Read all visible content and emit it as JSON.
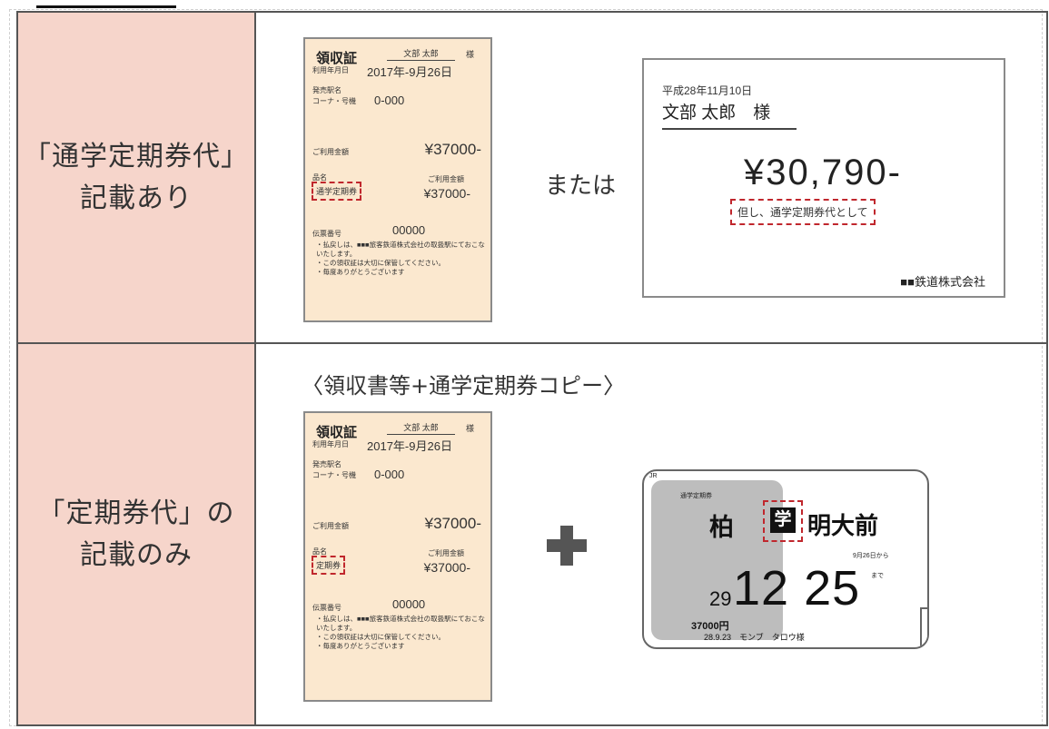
{
  "row1": {
    "label_lines": [
      "「通学定期券代」",
      "記載あり"
    ],
    "receipt": {
      "title": "領収証",
      "name": "文部 太郎",
      "honorific": "様",
      "date_label": "利用年月日",
      "date": "2017年-9月26日",
      "station_label": "発売駅名",
      "counter_label": "コーナ・号機",
      "counter_code": "0-000",
      "amount_label": "ご利用金額",
      "amount": "¥37000-",
      "item_label": "品名",
      "item_amount_label": "ご利用金額",
      "item": "通学定期券",
      "item_amount": "¥37000-",
      "slip_label": "伝票番号",
      "slip_no": "00000",
      "notes": [
        "・払戻しは、■■■旅客鉄道株式会社の取扱駅にておこないたします。",
        "・この領収証は大切に保管してください。",
        "・毎度ありがとうございます"
      ]
    },
    "or_text": "または",
    "receipt2": {
      "date": "平成28年11月10日",
      "name": "文部 太郎　様",
      "amount": "¥30,790-",
      "note": "但し、通学定期券代として",
      "company": "■■鉄道株式会社"
    }
  },
  "row2": {
    "label_lines": [
      "「定期券代」の",
      "記載のみ"
    ],
    "caption": "〈領収書等+通学定期券コピー〉",
    "receipt": {
      "title": "領収証",
      "name": "文部 太郎",
      "honorific": "様",
      "date_label": "利用年月日",
      "date": "2017年-9月26日",
      "station_label": "発売駅名",
      "counter_label": "コーナ・号機",
      "counter_code": "0-000",
      "amount_label": "ご利用金額",
      "amount": "¥37000-",
      "item_label": "品名",
      "item_amount_label": "ご利用金額",
      "item": "定期券",
      "item_amount": "¥37000-",
      "slip_label": "伝票番号",
      "slip_no": "00000",
      "notes": [
        "・払戻しは、■■■旅客鉄道株式会社の取扱駅にておこないたします。",
        "・この領収証は大切に保管してください。",
        "・毎度ありがとうございます"
      ]
    },
    "plus_icon": "plus-icon",
    "pass": {
      "brand": "JR",
      "type_label": "通学定期券",
      "from": "柏",
      "student_mark": "学",
      "to": "明大前",
      "valid_from": "9月26日から",
      "year": "29",
      "month_day": "12 25",
      "until": "まで",
      "fare": "37000円",
      "issued": "28.9.23　モンブ　タロウ様"
    }
  },
  "colors": {
    "label_bg": "#f6d5cb",
    "receipt_bg": "#fbe8cf",
    "highlight": "#c0272d"
  }
}
